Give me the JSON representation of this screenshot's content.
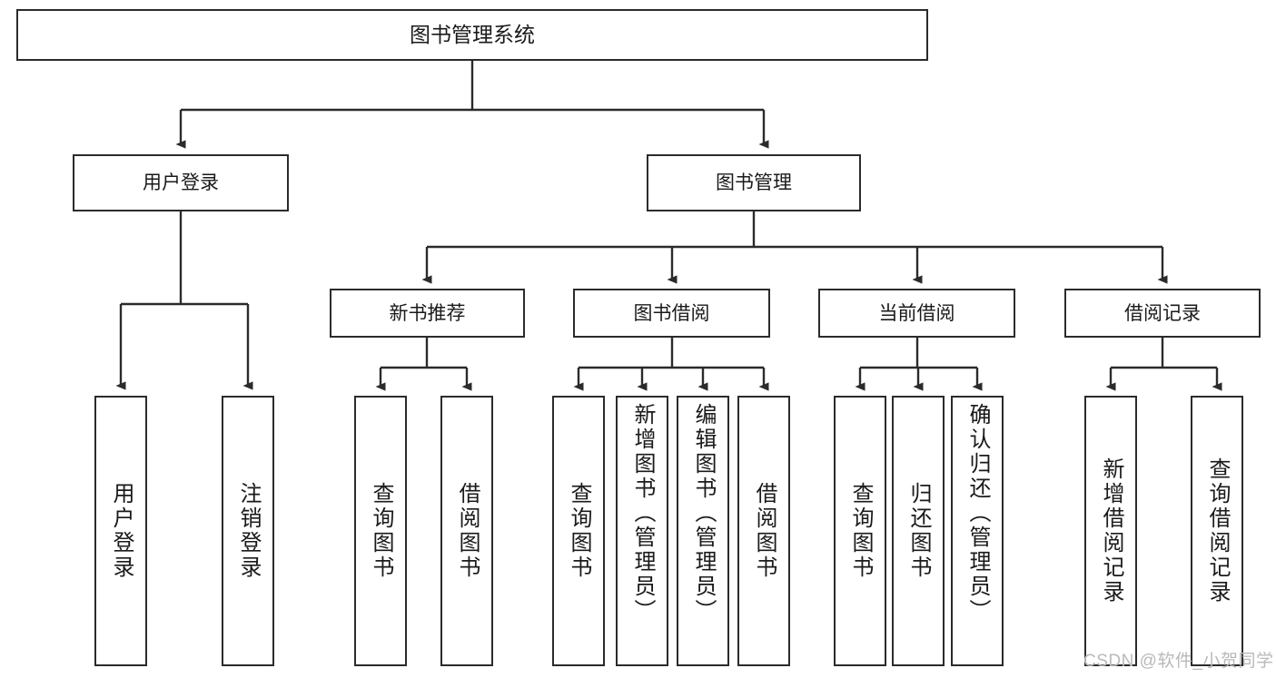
{
  "diagram": {
    "title": "图书管理系统",
    "type": "tree",
    "watermark": "CSDN @软件_小贺同学",
    "colors": {
      "stroke": "#2b2b2b",
      "fill": "#ffffff",
      "text": "#1a1a1a",
      "watermark": "#b9b9b9"
    },
    "nodes": {
      "root": {
        "label": "图书管理系统"
      },
      "level2": [
        {
          "id": "user-login",
          "label": "用户登录"
        },
        {
          "id": "book-management",
          "label": "图书管理"
        }
      ],
      "level3": [
        {
          "id": "new-book-recommend",
          "label": "新书推荐"
        },
        {
          "id": "book-borrow",
          "label": "图书借阅"
        },
        {
          "id": "current-borrow",
          "label": "当前借阅"
        },
        {
          "id": "borrow-record",
          "label": "借阅记录"
        }
      ],
      "leaves": {
        "user-login": [
          {
            "id": "leaf-user-login",
            "label": "用户登录"
          },
          {
            "id": "leaf-logout-login",
            "label": "注销登录"
          }
        ],
        "new-book-recommend": [
          {
            "id": "leaf-query-book-1",
            "label": "查询图书"
          },
          {
            "id": "leaf-borrow-book-1",
            "label": "借阅图书"
          }
        ],
        "book-borrow": [
          {
            "id": "leaf-query-book-2",
            "label": "查询图书"
          },
          {
            "id": "leaf-add-book",
            "label": "新增图书（管理员）"
          },
          {
            "id": "leaf-edit-book",
            "label": "编辑图书（管理员）"
          },
          {
            "id": "leaf-borrow-book-2",
            "label": "借阅图书"
          }
        ],
        "current-borrow": [
          {
            "id": "leaf-query-book-3",
            "label": "查询图书"
          },
          {
            "id": "leaf-return-book",
            "label": "归还图书"
          },
          {
            "id": "leaf-confirm-return",
            "label": "确认归还（管理员）"
          }
        ],
        "borrow-record": [
          {
            "id": "leaf-add-record",
            "label": "新增借阅记录"
          },
          {
            "id": "leaf-query-record",
            "label": "查询借阅记录"
          }
        ]
      }
    }
  }
}
